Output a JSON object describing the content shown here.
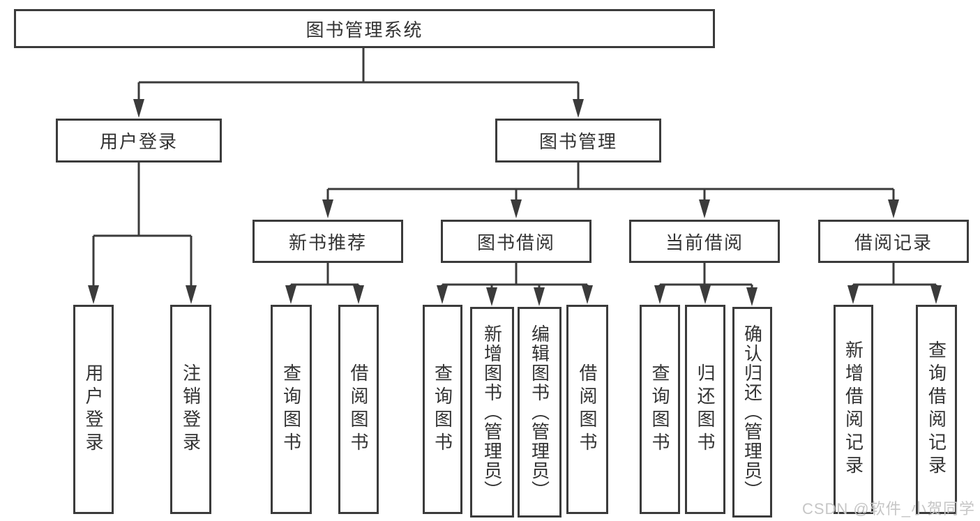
{
  "diagram": {
    "root": {
      "label": "图书管理系统"
    },
    "branches": [
      {
        "label": "用户登录",
        "children": [
          {
            "label": "用户登录"
          },
          {
            "label": "注销登录"
          }
        ]
      },
      {
        "label": "图书管理",
        "children": [
          {
            "label": "新书推荐",
            "children": [
              {
                "label": "查询图书"
              },
              {
                "label": "借阅图书"
              }
            ]
          },
          {
            "label": "图书借阅",
            "children": [
              {
                "label": "查询图书"
              },
              {
                "label": "新增图书（管理员）"
              },
              {
                "label": "编辑图书（管理员）"
              },
              {
                "label": "借阅图书"
              }
            ]
          },
          {
            "label": "当前借阅",
            "children": [
              {
                "label": "查询图书"
              },
              {
                "label": "归还图书"
              },
              {
                "label": "确认归还（管理员）"
              }
            ]
          },
          {
            "label": "借阅记录",
            "children": [
              {
                "label": "新增借阅记录"
              },
              {
                "label": "查询借阅记录"
              }
            ]
          }
        ]
      }
    ]
  },
  "watermark": {
    "text": "CSDN @软件_小贺同学"
  },
  "colors": {
    "line": "#3b3b3b",
    "text": "#333333",
    "watermark": "#c6c6c6",
    "background": "#ffffff"
  }
}
